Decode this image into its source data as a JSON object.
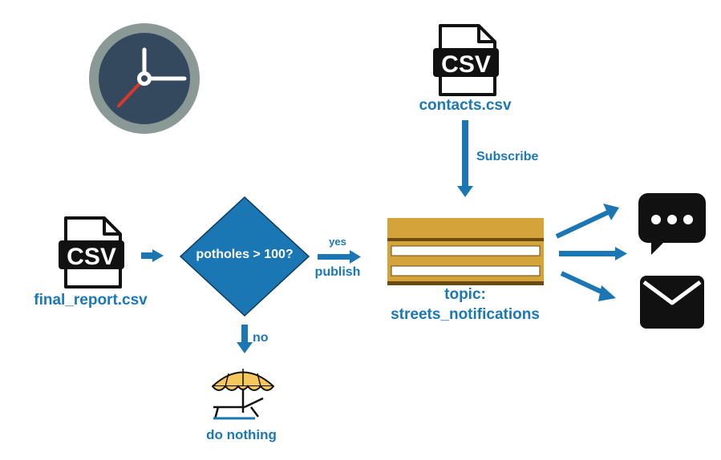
{
  "files": {
    "final_report": "final_report.csv",
    "contacts": "contacts.csv",
    "csv_badge": "CSV"
  },
  "decision": {
    "question": "potholes > 100?",
    "yes": "yes",
    "publish": "publish",
    "no": "no",
    "do_nothing": "do nothing"
  },
  "subscribe": "Subscribe",
  "topic": {
    "line1": "topic:",
    "line2": "streets_notifications"
  },
  "colors": {
    "accent_blue": "#1a78b7",
    "diamond_blue": "#1b77b4",
    "topic_gold": "#d4a33a",
    "topic_dark": "#6b4a14",
    "clock_rim": "#8a9896",
    "clock_face": "#34495e",
    "clock_hand_red": "#d9372c",
    "umbrella_yellow": "#f6c75c"
  },
  "icons": [
    "clock-icon",
    "csv-file-icon",
    "chat-bubble-icon",
    "envelope-icon",
    "beach-umbrella-icon"
  ]
}
